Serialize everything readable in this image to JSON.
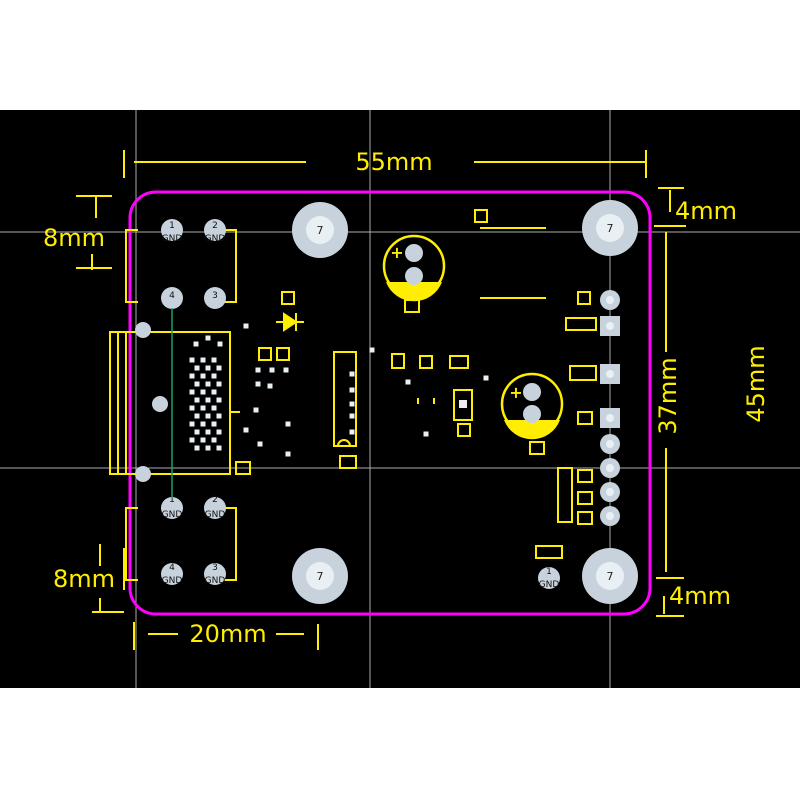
{
  "colors": {
    "background": "#000000",
    "outline": "#ff00ff",
    "silkscreen": "#ffee00",
    "pad": "#c8d2dc",
    "pad_inner": "#e8f0f4",
    "grid": "#cccccc",
    "trace": "#18a070"
  },
  "dimensions": {
    "width": "55mm",
    "height": "45mm",
    "inner_height": "37mm",
    "top_offset": "4mm",
    "bottom_offset": "4mm",
    "top_pad_spacing": "8mm",
    "bottom_pad_spacing": "8mm",
    "left_width": "20mm"
  },
  "mounting_hole_label": "7",
  "pad_labels": {
    "p1": "1",
    "p2": "2",
    "p3": "3",
    "p4": "4",
    "gnd": "GND",
    "gnd_short": "GND"
  },
  "polarity_marks": {
    "cap1": "+",
    "cap2": "+"
  }
}
